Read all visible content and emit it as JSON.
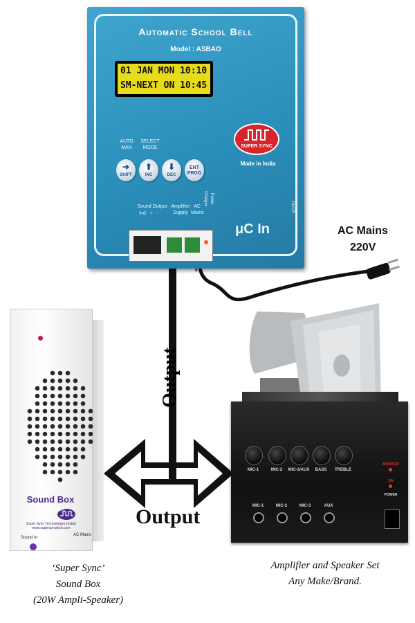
{
  "controller": {
    "title": "Automatic School Bell",
    "model": "Model : ASBAO",
    "lcd_line1": "01 JAN MON 10:10",
    "lcd_line2": "SM-NEXT ON 10:45",
    "logo_text": "SUPER SYNC",
    "made_in": "Made in India",
    "auto_man": "AUTO\nMAN",
    "select_mode": "SELECT\nMODE",
    "buttons": [
      {
        "label": "SHIFT",
        "icon": "arrow-right-icon"
      },
      {
        "label": "INC",
        "icon": "arrow-up-icon"
      },
      {
        "label": "DEC",
        "icon": "arrow-down-icon"
      },
      {
        "label": "ENT\nPROG",
        "icon": "enter-prog-icon"
      }
    ],
    "ports": {
      "sound_output": "Sound Output",
      "sound_output_sub": "Ind   +   -",
      "amplifier_supply": "Amplifier\nSupply",
      "ac_mains": "AC\nMains",
      "power": "Power\nCharger"
    },
    "brand_mark": "μC In",
    "on_off": "On/Off"
  },
  "ac_mains_label": [
    "AC Mains",
    "220V"
  ],
  "output_vertical": "Output",
  "output_horizontal": "Output",
  "sound_box": {
    "title": "Sound Box",
    "maker": "Super Sync Technologies (India)",
    "url": "www.supersynctech.com",
    "sound_in": "Sound In",
    "ac_mains": "AC Mains",
    "logo_text": "Super Sync"
  },
  "sound_box_caption": [
    "‘Super Sync’",
    "Sound Box",
    "(20W Ampli-Speaker)"
  ],
  "amplifier": {
    "knob_labels": [
      "MIC-1",
      "MIC-2",
      "MIC-3/AUX",
      "BASS",
      "TREBLE"
    ],
    "jack_labels": [
      "MIC-1",
      "MIC-2",
      "MIC-3",
      "AUX"
    ],
    "monitor": "MONITOR",
    "on": "ON",
    "power": "POWER"
  },
  "amp_caption": [
    "Amplifier and Speaker Set",
    "Any Make/Brand."
  ],
  "colors": {
    "controller_blue": "#2a8cb8",
    "lcd_yellow": "#e8dc1a",
    "logo_red": "#d6262b",
    "soundbox_purple": "#4a2b8a"
  }
}
